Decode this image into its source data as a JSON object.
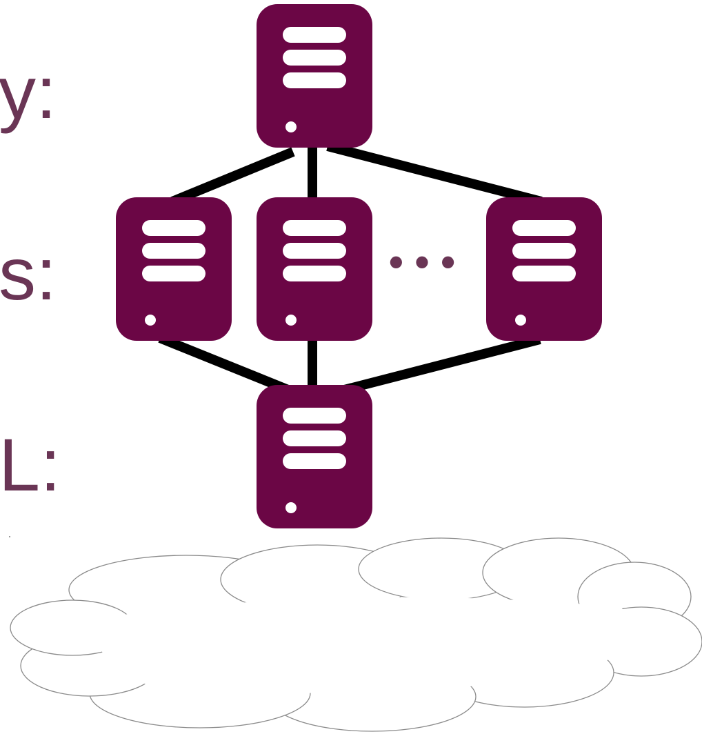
{
  "labels": {
    "top": "y:",
    "middle": "s:",
    "bottom": "L:"
  },
  "ellipsis": "• • •",
  "colors": {
    "server_fill": "#6b0645",
    "server_detail": "#ffffff",
    "connector": "#000000",
    "label_text": "#6a3555",
    "ellipsis_dots": "#6a3555",
    "cloud_fill": "#ffffff",
    "cloud_outline": "#8a8a8a"
  },
  "icons": {
    "server": "server-icon",
    "cloud": "cloud-icon"
  }
}
